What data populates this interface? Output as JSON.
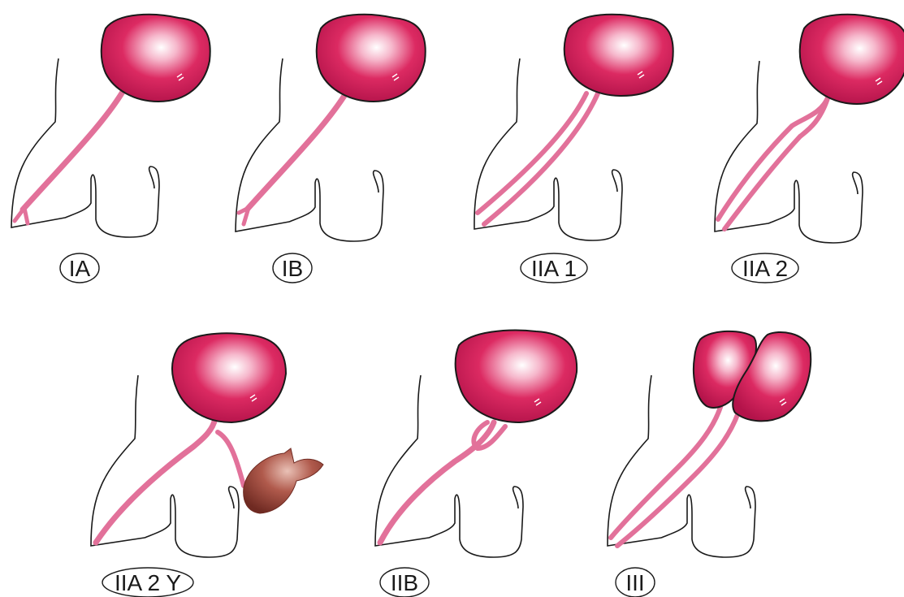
{
  "panels": [
    {
      "id": "ia",
      "label": "IA"
    },
    {
      "id": "ib",
      "label": "IB"
    },
    {
      "id": "iia1",
      "label": "IIA 1"
    },
    {
      "id": "iia2",
      "label": "IIA 2"
    },
    {
      "id": "iia2y",
      "label": "IIA 2 Y"
    },
    {
      "id": "iib",
      "label": "IIB"
    },
    {
      "id": "iii",
      "label": "III"
    }
  ],
  "colors": {
    "bladder": "#d81b55",
    "bladder_dark": "#a8123e",
    "urethra": "#e2719a",
    "outline": "#1a1a1a",
    "prostate_like": "#8a3b32"
  }
}
